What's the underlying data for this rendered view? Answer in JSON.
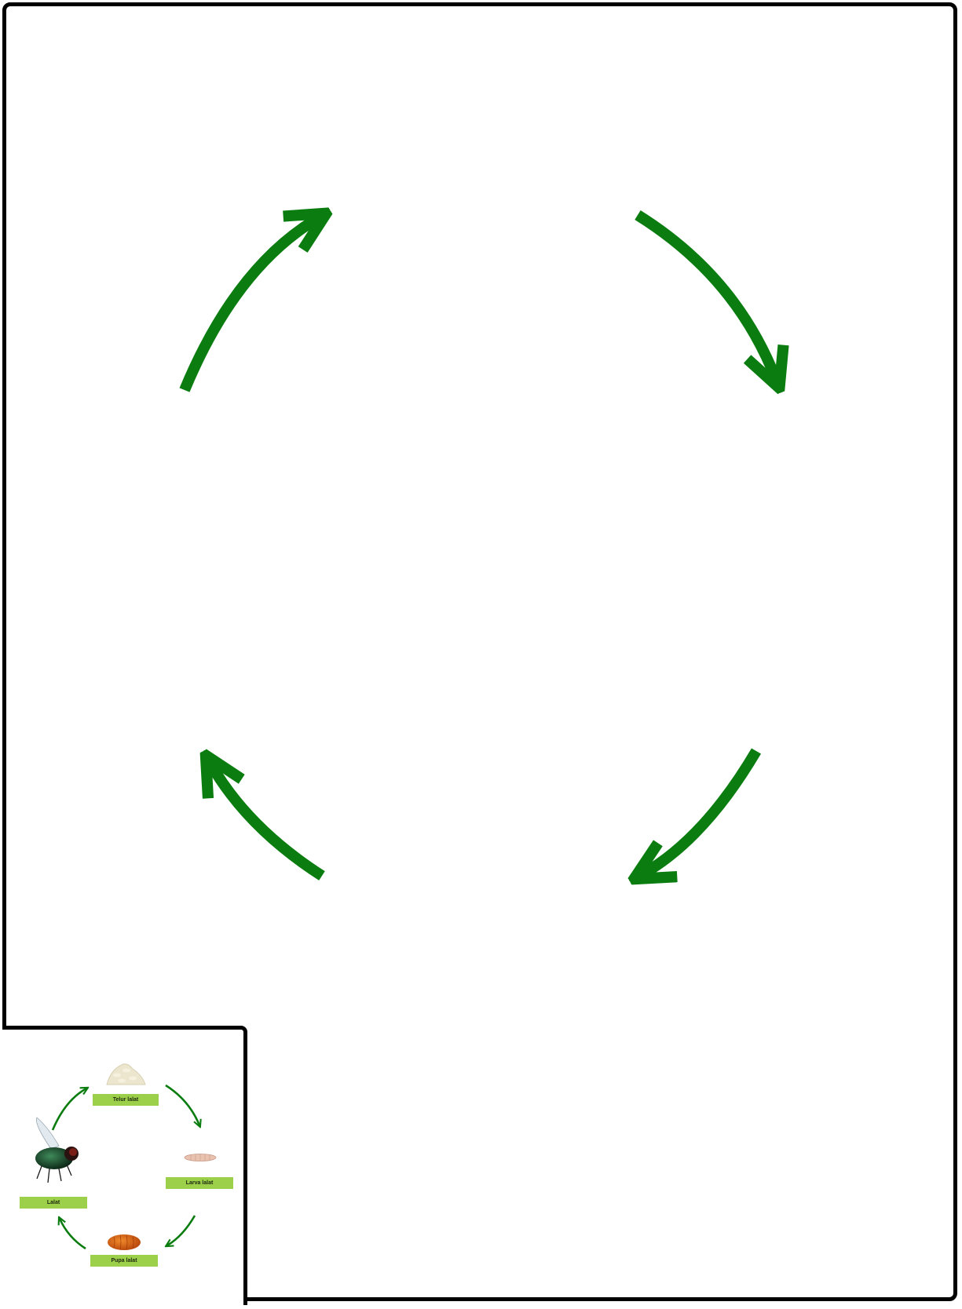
{
  "colors": {
    "arrow": "#0b7d10",
    "label_bg": "#9ccf4a",
    "border": "#000000"
  },
  "stages": {
    "egg": "Telur lalat",
    "larva": "Larva lalat",
    "pupa": "Pupa lalat",
    "adult": "Lalat"
  },
  "icons": {
    "egg": "fly-eggs-icon",
    "larva": "larva-icon",
    "pupa": "pupa-icon",
    "adult": "fly-icon"
  }
}
